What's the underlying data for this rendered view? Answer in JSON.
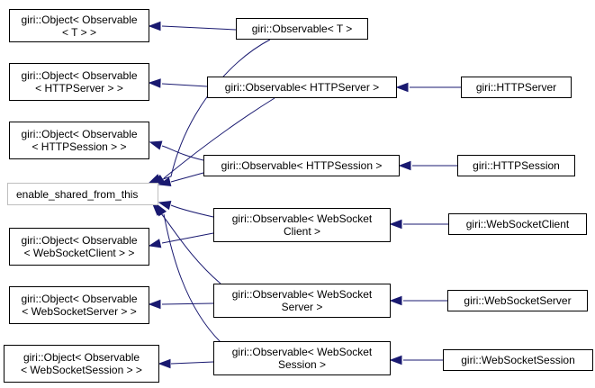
{
  "colors": {
    "edge": "#191970",
    "node_border": "#000000",
    "external_border": "#bfbfbf"
  },
  "nodes": {
    "obj_t": [
      "giri::Object< Observable",
      "< T > >"
    ],
    "obj_httpserver": [
      "giri::Object< Observable",
      "< HTTPServer > >"
    ],
    "obj_httpsession": [
      "giri::Object< Observable",
      "< HTTPSession > >"
    ],
    "enable_shared": [
      "enable_shared_from_this"
    ],
    "obj_wsclient": [
      "giri::Object< Observable",
      "< WebSocketClient > >"
    ],
    "obj_wsserver": [
      "giri::Object< Observable",
      "< WebSocketServer > >"
    ],
    "obj_wssession": [
      "giri::Object< Observable",
      "< WebSocketSession > >"
    ],
    "obs_t": [
      "giri::Observable< T >"
    ],
    "obs_httpserver": [
      "giri::Observable< HTTPServer >"
    ],
    "obs_httpsession": [
      "giri::Observable< HTTPSession >"
    ],
    "obs_wsclient": [
      "giri::Observable< WebSocket",
      "Client >"
    ],
    "obs_wsserver": [
      "giri::Observable< WebSocket",
      "Server >"
    ],
    "obs_wssession": [
      "giri::Observable< WebSocket",
      "Session >"
    ],
    "httpserver": [
      "giri::HTTPServer"
    ],
    "httpsession": [
      "giri::HTTPSession"
    ],
    "wsclient": [
      "giri::WebSocketClient"
    ],
    "wsserver": [
      "giri::WebSocketServer"
    ],
    "wssession": [
      "giri::WebSocketSession"
    ]
  }
}
